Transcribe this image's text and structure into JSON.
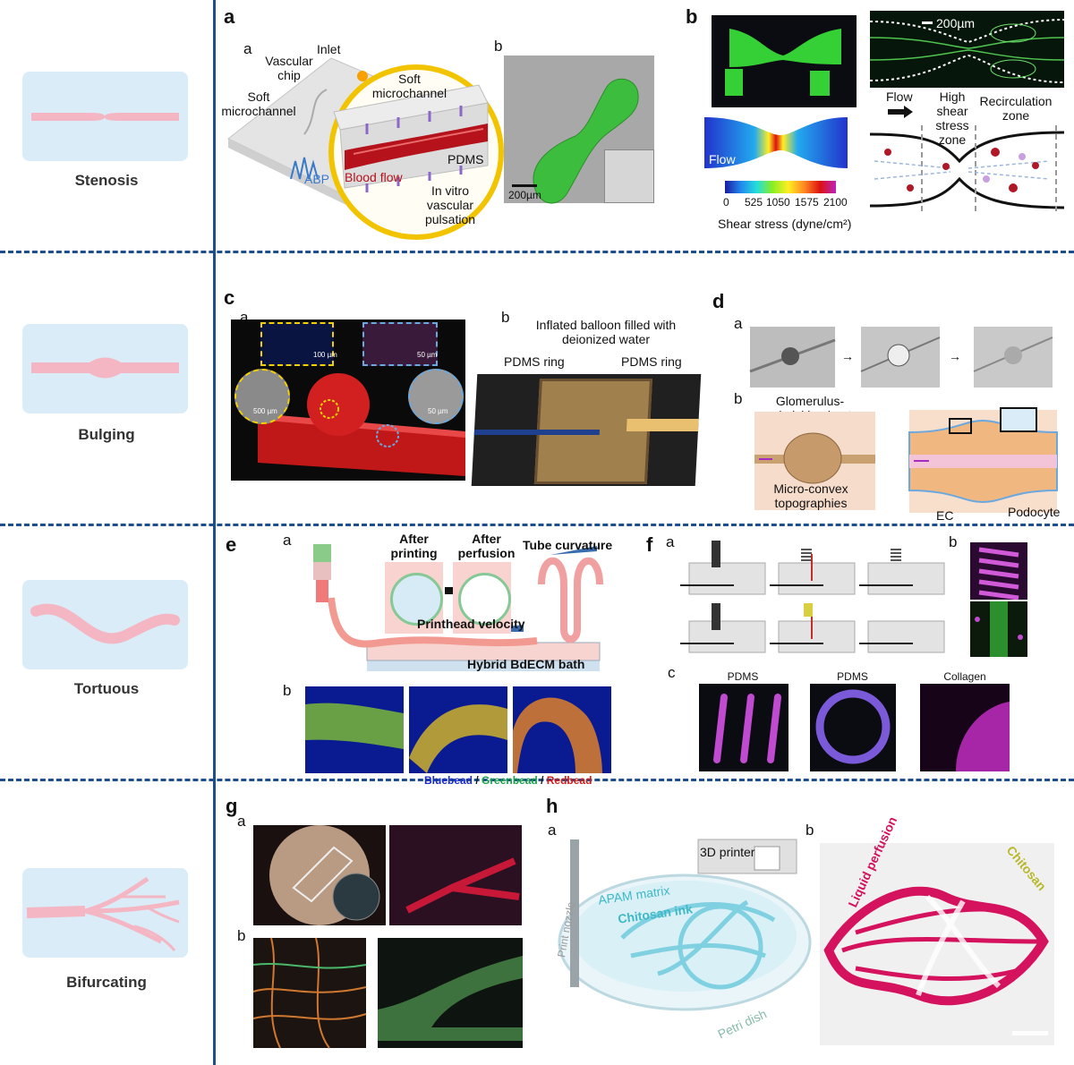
{
  "rows": [
    {
      "label": "Stenosis"
    },
    {
      "label": "Bulging"
    },
    {
      "label": "Tortuous"
    },
    {
      "label": "Bifurcating"
    }
  ],
  "panel_a": {
    "letter": "a",
    "sub_a": "a",
    "sub_b": "b",
    "inlet": "Inlet",
    "vascular_chip": "Vascular chip",
    "soft_micro_left": "Soft microchannel",
    "soft_micro_right": "Soft microchannel",
    "abp": "ABP",
    "blood_flow": "Blood flow",
    "pdms": "PDMS",
    "pulsation": "In vitro vascular pulsation",
    "scale": "200µm"
  },
  "panel_b": {
    "letter": "b",
    "scale": "200µm",
    "flow": "Flow",
    "flow2": "Flow",
    "high_shear": "High shear stress zone",
    "recirc": "Recirculation zone",
    "ticks": [
      "0",
      "525",
      "1050",
      "1575",
      "2100"
    ],
    "colorbar_label": "Shear stress (dyne/cm²)"
  },
  "panel_c": {
    "letter": "c",
    "sub_a": "a",
    "sub_b": "b",
    "balloon": "Inflated balloon filled with deionized water",
    "pdms_ring_left": "PDMS ring",
    "pdms_ring_right": "PDMS ring",
    "s1": "100 µm",
    "s2": "50 µm",
    "s3": "500 µm",
    "s4": "50 µm"
  },
  "panel_d": {
    "letter": "d",
    "sub_a": "a",
    "sub_b": "b",
    "knot": "Glomerulus-mimicking knot",
    "micro": "Micro-convex topographies",
    "ec": "EC",
    "podocyte": "Podocyte"
  },
  "panel_e": {
    "letter": "e",
    "sub_a": "a",
    "sub_b": "b",
    "after_printing": "After printing",
    "after_perfusion": "After perfusion",
    "tube_curvature": "Tube curvature",
    "printhead": "Printhead velocity",
    "bath": "Hybrid BdECM bath",
    "bluebead": "Bluebead",
    "greenbead": "Greenbead",
    "redbead": "Redbead",
    "sep": " / "
  },
  "panel_f": {
    "letter": "f",
    "sub_a": "a",
    "sub_b": "b",
    "sub_c": "c",
    "c_labels": [
      "PDMS",
      "PDMS",
      "Collagen"
    ]
  },
  "panel_g": {
    "letter": "g",
    "sub_a": "a",
    "sub_b": "b"
  },
  "panel_h": {
    "letter": "h",
    "sub_a": "a",
    "sub_b": "b",
    "printer": "3D printer",
    "apam": "APAM matrix",
    "chitosan_ink": "Chitosan ink",
    "nozzle": "Print nozzle",
    "petri": "Petri dish",
    "liquid": "Liquid perfusion",
    "chitosan": "Chitosan"
  },
  "colors": {
    "divider": "#1f4e8c",
    "vessel": "#f4b6c2",
    "panel_bg": "#d9ecf7",
    "blood": "#c0182a",
    "magenta": "#d4125e"
  }
}
